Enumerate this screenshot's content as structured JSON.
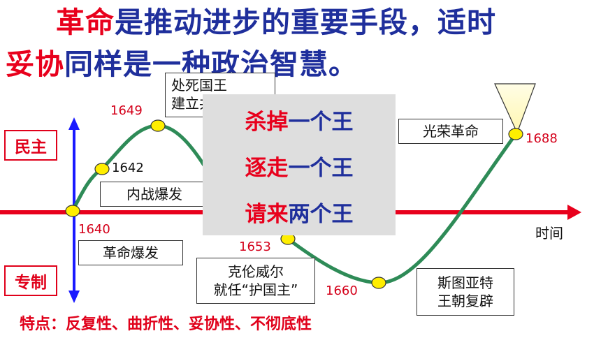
{
  "title": {
    "line1": [
      {
        "text": "革命",
        "color": "red"
      },
      {
        "text": "是推动进步的重要手段，适时",
        "color": "blue"
      }
    ],
    "line2": [
      {
        "text": "妥协",
        "color": "red"
      },
      {
        "text": "同样是一种政治智慧。",
        "color": "blue"
      }
    ]
  },
  "axis": {
    "top_label": "民主",
    "bottom_label": "专制",
    "time_label": "时间"
  },
  "events": {
    "e1640": {
      "year": "1640",
      "label": "革命爆发"
    },
    "e1642": {
      "year": "1642",
      "label": "内战爆发"
    },
    "e1649": {
      "year": "1649",
      "label_line1": "处死国王",
      "label_line2": "建立共和国"
    },
    "e1653": {
      "year": "1653",
      "label_line1": "克伦威尔",
      "label_line2": "就任“护国主”"
    },
    "e1660": {
      "year": "1660",
      "label_line1": "斯图亚特",
      "label_line2": "王朝复辟"
    },
    "e1688": {
      "year": "1688",
      "label": "光荣革命"
    }
  },
  "overlay": {
    "rows": [
      [
        {
          "text": "杀掉",
          "color": "red"
        },
        {
          "text": "一个王",
          "color": "blue"
        }
      ],
      [
        {
          "text": "逐走",
          "color": "red"
        },
        {
          "text": "一个王",
          "color": "blue"
        }
      ],
      [
        {
          "text": "请来",
          "color": "red"
        },
        {
          "text": "两个王",
          "color": "blue"
        }
      ]
    ]
  },
  "note": "特点：反复性、曲折性、妥协性、不彻底性",
  "colors": {
    "red": "#e8001c",
    "blue": "#1f2f9c",
    "curve": "#2e8b57",
    "axis": "#e8001c",
    "arrow": "#1a1aff",
    "marker": "#ffee00"
  }
}
